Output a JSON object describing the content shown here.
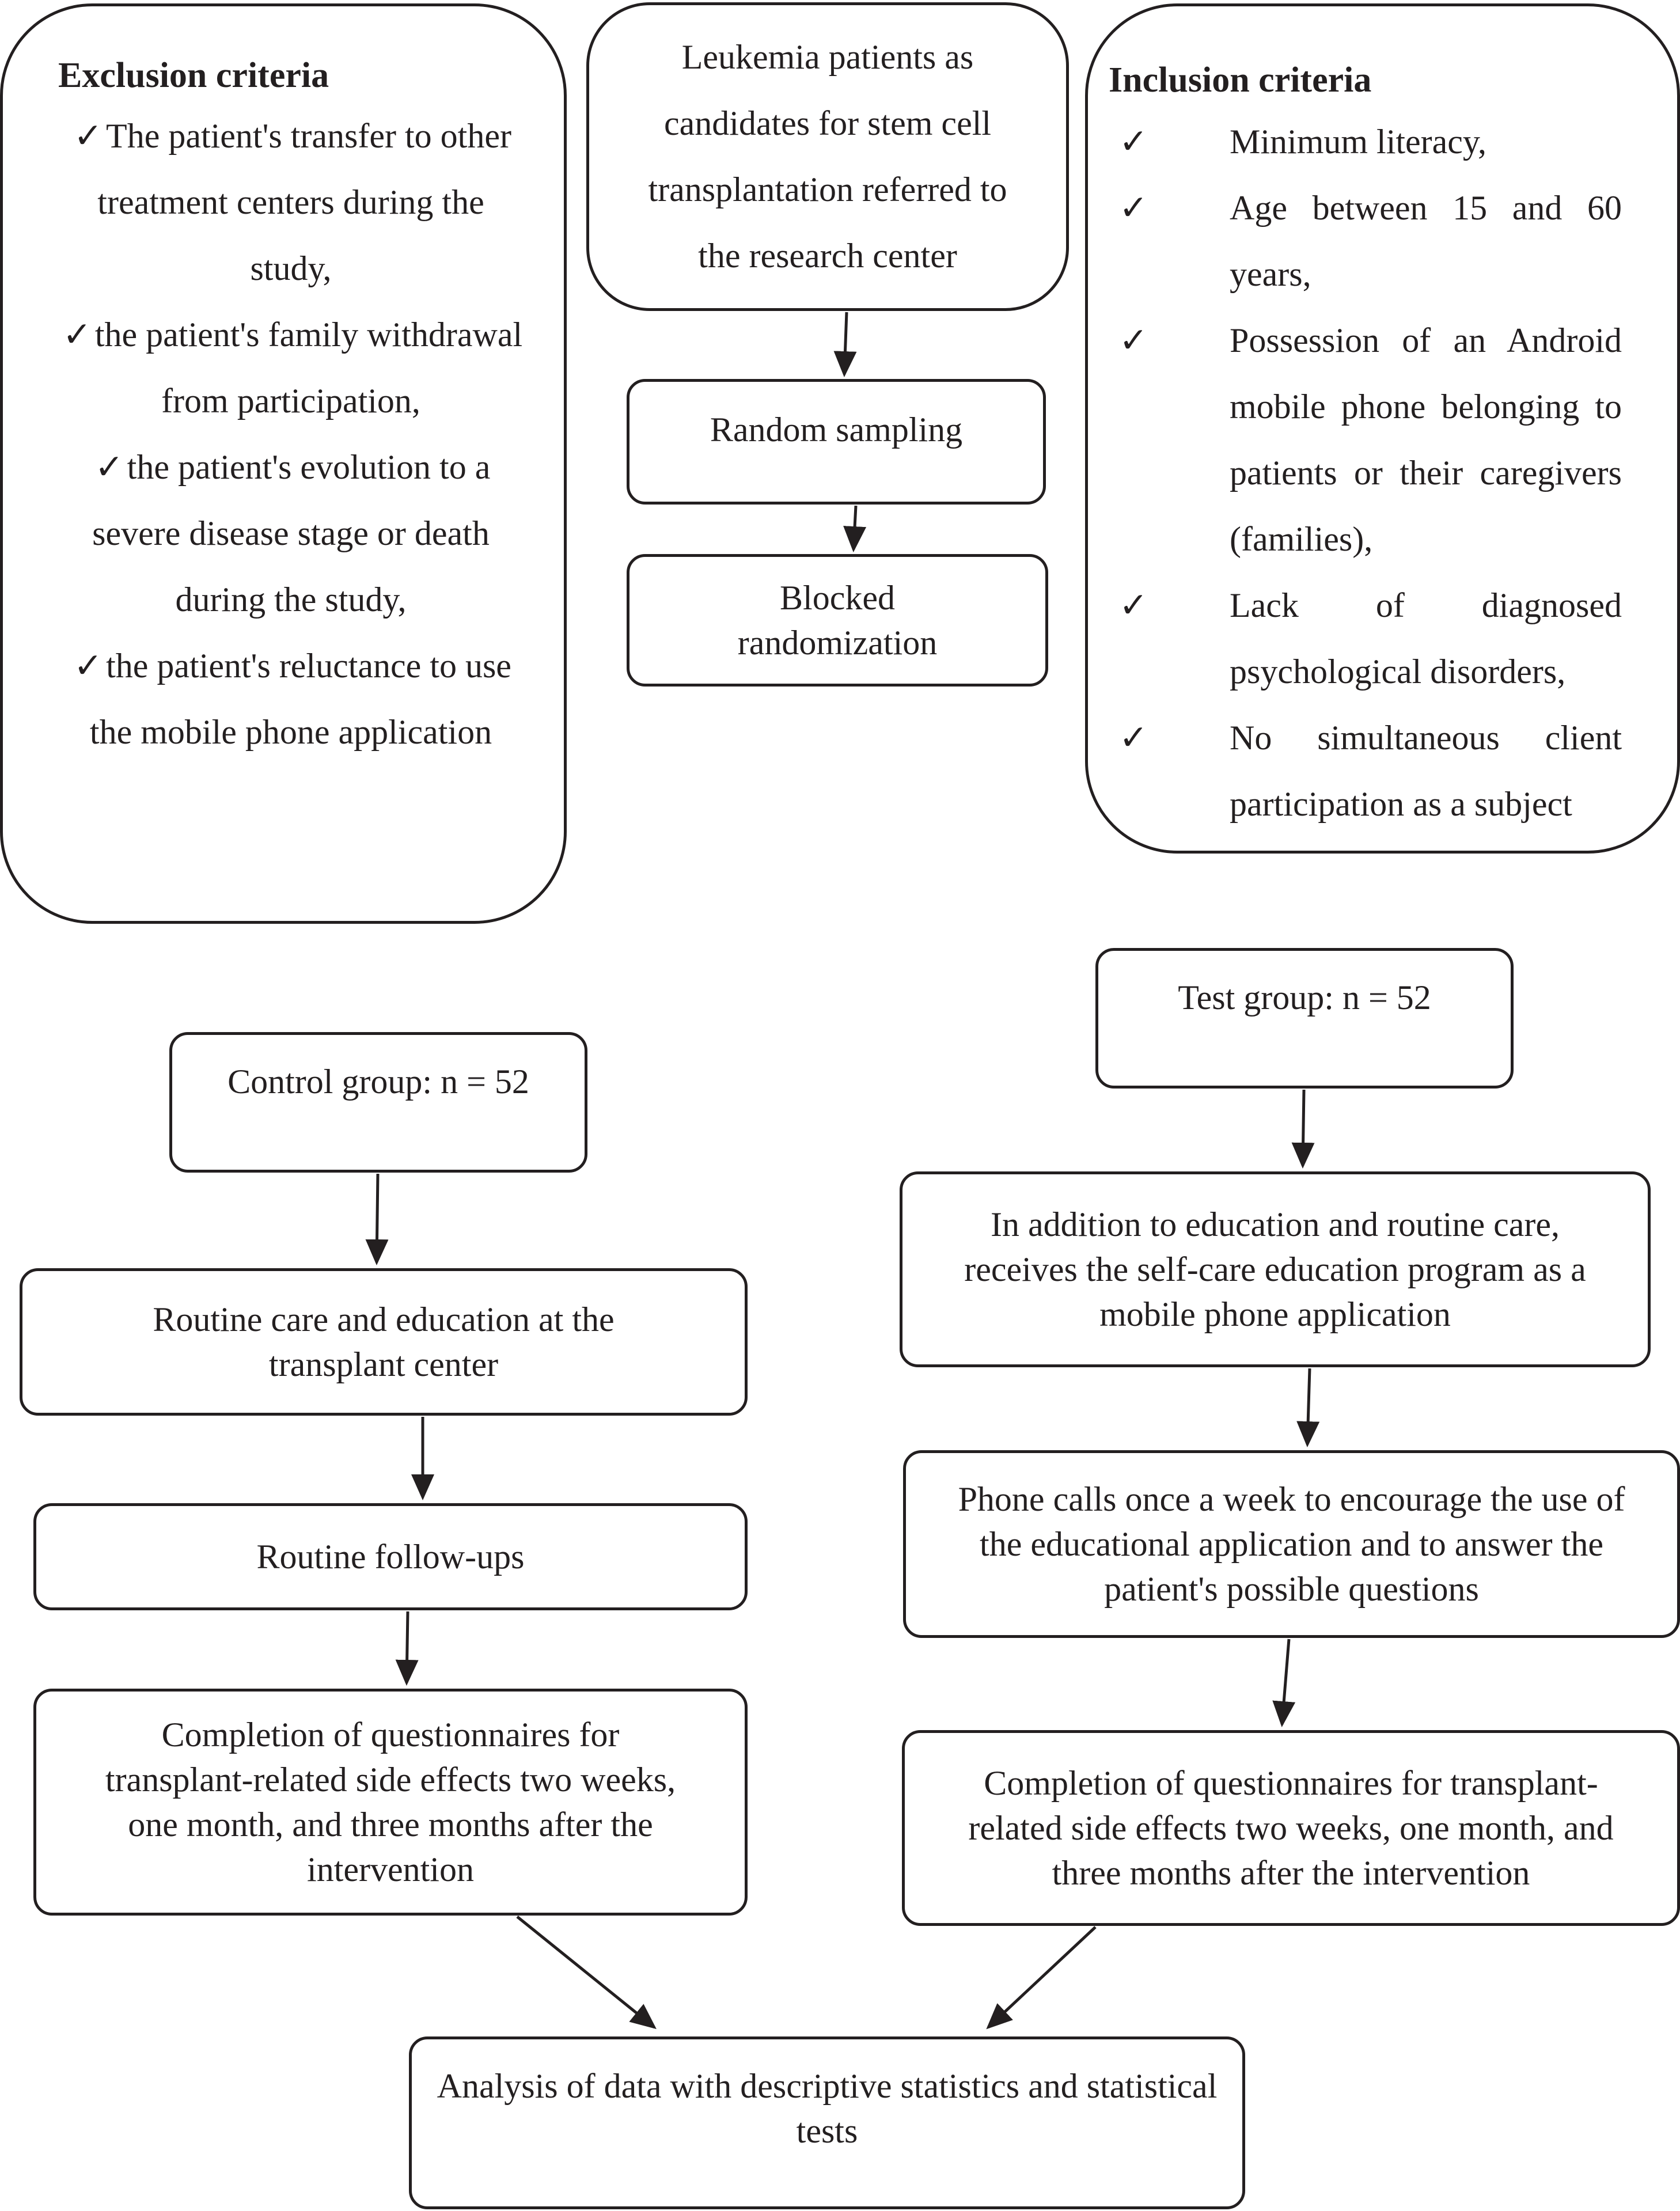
{
  "exclusion": {
    "title": "Exclusion criteria",
    "check_mark": "✓",
    "items": [
      "The patient's transfer to other treatment centers during the study,",
      "the patient's family withdrawal from participation,",
      "the patient's evolution to a severe disease stage or death during the study,",
      "the patient's reluctance to use the mobile phone application"
    ]
  },
  "source": "Leukemia patients as candidates for stem cell transplantation referred to the research center",
  "random_sampling": "Random sampling",
  "blocked_randomization": "Blocked randomization",
  "inclusion": {
    "title": "Inclusion criteria",
    "check_mark": "✓",
    "items": [
      "Minimum literacy,",
      "Age between 15 and 60 years,",
      "Possession of an Android mobile phone belonging to patients or their caregivers (families),",
      "Lack of diagnosed psychological disorders,",
      "No simultaneous client participation as a subject"
    ]
  },
  "control": {
    "group": "Control group: n = 52",
    "routine_care": "Routine care and education at the transplant center",
    "followups": "Routine follow-ups",
    "questionnaires": "Completion of questionnaires for transplant-related side effects two weeks, one month, and three months after the intervention"
  },
  "test": {
    "group": "Test group: n = 52",
    "education": "In addition to education and routine care, receives the self-care education program as a mobile phone application",
    "phone_calls": "Phone calls once a week to encourage the use of the educational application and to answer the patient's possible questions",
    "questionnaires": "Completion of questionnaires for transplant-related side effects two weeks, one month, and three months after the intervention"
  },
  "analysis": "Analysis of data with descriptive statistics and statistical tests",
  "colors": {
    "line": "#231f20",
    "background": "#ffffff"
  }
}
